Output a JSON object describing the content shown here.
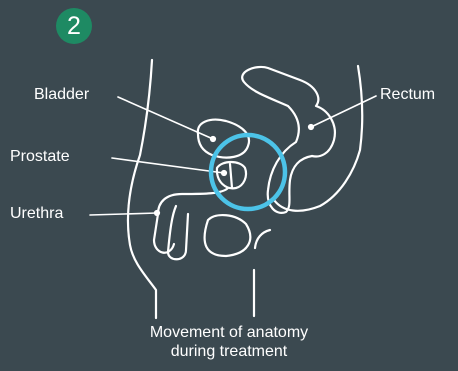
{
  "step": {
    "number": "2",
    "color": "#1e8a63"
  },
  "labels": {
    "bladder": "Bladder",
    "prostate": "Prostate",
    "urethra": "Urethra",
    "rectum": "Rectum"
  },
  "caption": {
    "line1": "Movement of anatomy",
    "line2": "during treatment"
  },
  "colors": {
    "background": "#3b4950",
    "outline": "#ffffff",
    "target_ring": "#4cc3e8"
  }
}
